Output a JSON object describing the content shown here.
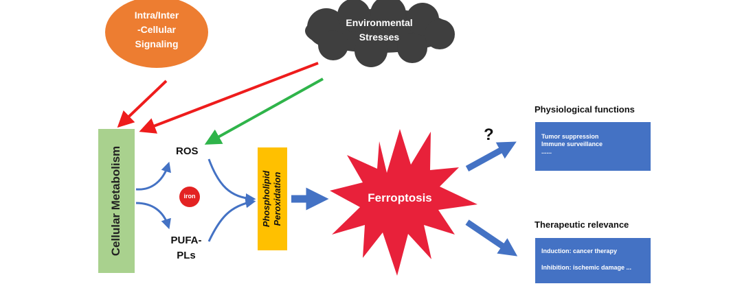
{
  "nodes": {
    "signaling": {
      "lines": [
        "Intra/Inter",
        "-Cellular",
        "Signaling"
      ]
    },
    "stresses": {
      "lines": [
        "Environmental",
        "Stresses"
      ]
    },
    "metabolism": {
      "label": "Cellular Metabolism"
    },
    "ros": {
      "label": "ROS"
    },
    "iron": {
      "label": "iron"
    },
    "pufa": {
      "lines": [
        "PUFA-",
        "PLs"
      ]
    },
    "peroxidation": {
      "lines": [
        "Phospholipid",
        "Peroxidation"
      ]
    },
    "ferroptosis": {
      "label": "Ferroptosis"
    },
    "question": {
      "label": "?"
    }
  },
  "outcomes": {
    "physiological": {
      "title": "Physiological functions",
      "items": [
        "Tumor suppression",
        "Immune surveillance",
        "......"
      ]
    },
    "therapeutic": {
      "title": "Therapeutic relevance",
      "items": [
        "Induction: cancer therapy",
        "Inhibition: ischemic damage ..."
      ]
    }
  },
  "colors": {
    "signaling_fill": "#ed7d31",
    "cloud_fill": "#3f3f3f",
    "metabolism_fill": "#a9d18e",
    "peroxidation_fill": "#ffc000",
    "ferroptosis_fill": "#e8213a",
    "iron_fill": "#e32222",
    "box_fill": "#4472c4",
    "red_arrow": "#ee1c1c",
    "green_arrow": "#2fb44a",
    "blue_arrow": "#4472c4"
  }
}
